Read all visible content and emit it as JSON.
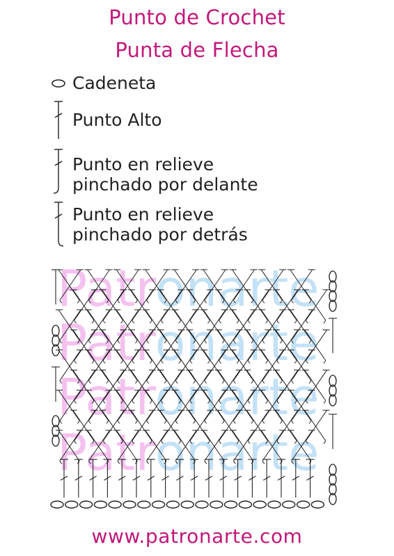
{
  "title": {
    "line1": "Punto de Crochet",
    "line2": "Punta de Flecha"
  },
  "legend": [
    {
      "symbol": "chain-stitch",
      "lines": [
        "Cadeneta"
      ]
    },
    {
      "symbol": "double-crochet",
      "lines": [
        "Punto Alto"
      ]
    },
    {
      "symbol": "front-post-double-crochet",
      "lines": [
        "Punto en relieve",
        "pinchado por delante"
      ]
    },
    {
      "symbol": "back-post-double-crochet",
      "lines": [
        "Punto en relieve",
        "pinchado por detrás"
      ]
    }
  ],
  "chart": {
    "foundation_chains": 19,
    "stitches_per_row": 18,
    "pattern_rows": 9,
    "watermark": "Patronarte",
    "stitch_color": "#222222",
    "watermark_colors": [
      "#f0a6e8",
      "#a9d4f2"
    ]
  },
  "footer": {
    "url": "www.patronarte.com"
  },
  "colors": {
    "accent": "#c2187a",
    "ink": "#222222"
  }
}
